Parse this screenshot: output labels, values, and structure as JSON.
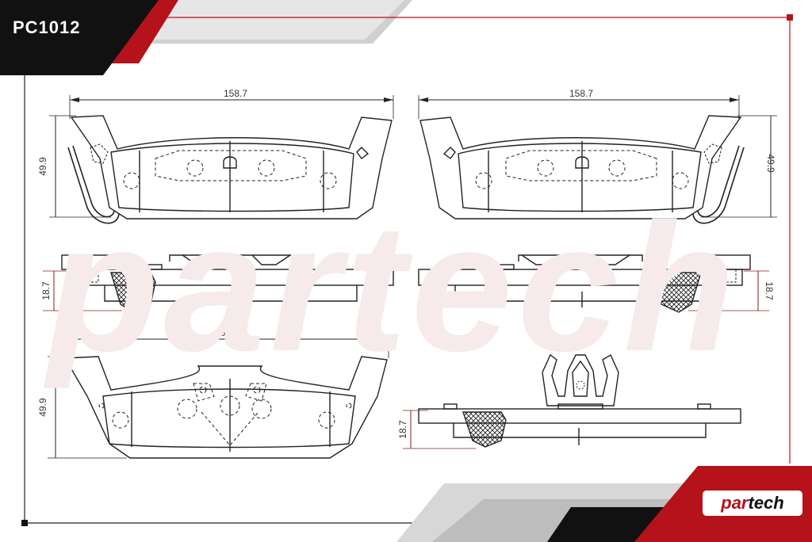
{
  "header": {
    "part_number": "PC1012"
  },
  "brand": {
    "logo_part1": "par",
    "logo_part2": "tech",
    "watermark_part1": "par",
    "watermark_part2": "tech"
  },
  "views": {
    "top_left": {
      "width": "158.7",
      "height": "49.9"
    },
    "top_right": {
      "width": "158.7",
      "height": "49.9"
    },
    "side_left": {
      "thickness": "18.7"
    },
    "side_right": {
      "thickness": "18.7"
    },
    "bottom_left": {
      "width": "158.7",
      "height": "49.9"
    },
    "bottom_right": {
      "thickness": "18.7"
    }
  },
  "colors": {
    "accent": "#b5121b",
    "dark": "#111111",
    "line": "#222222",
    "dim_line": "#8a1c1c"
  }
}
